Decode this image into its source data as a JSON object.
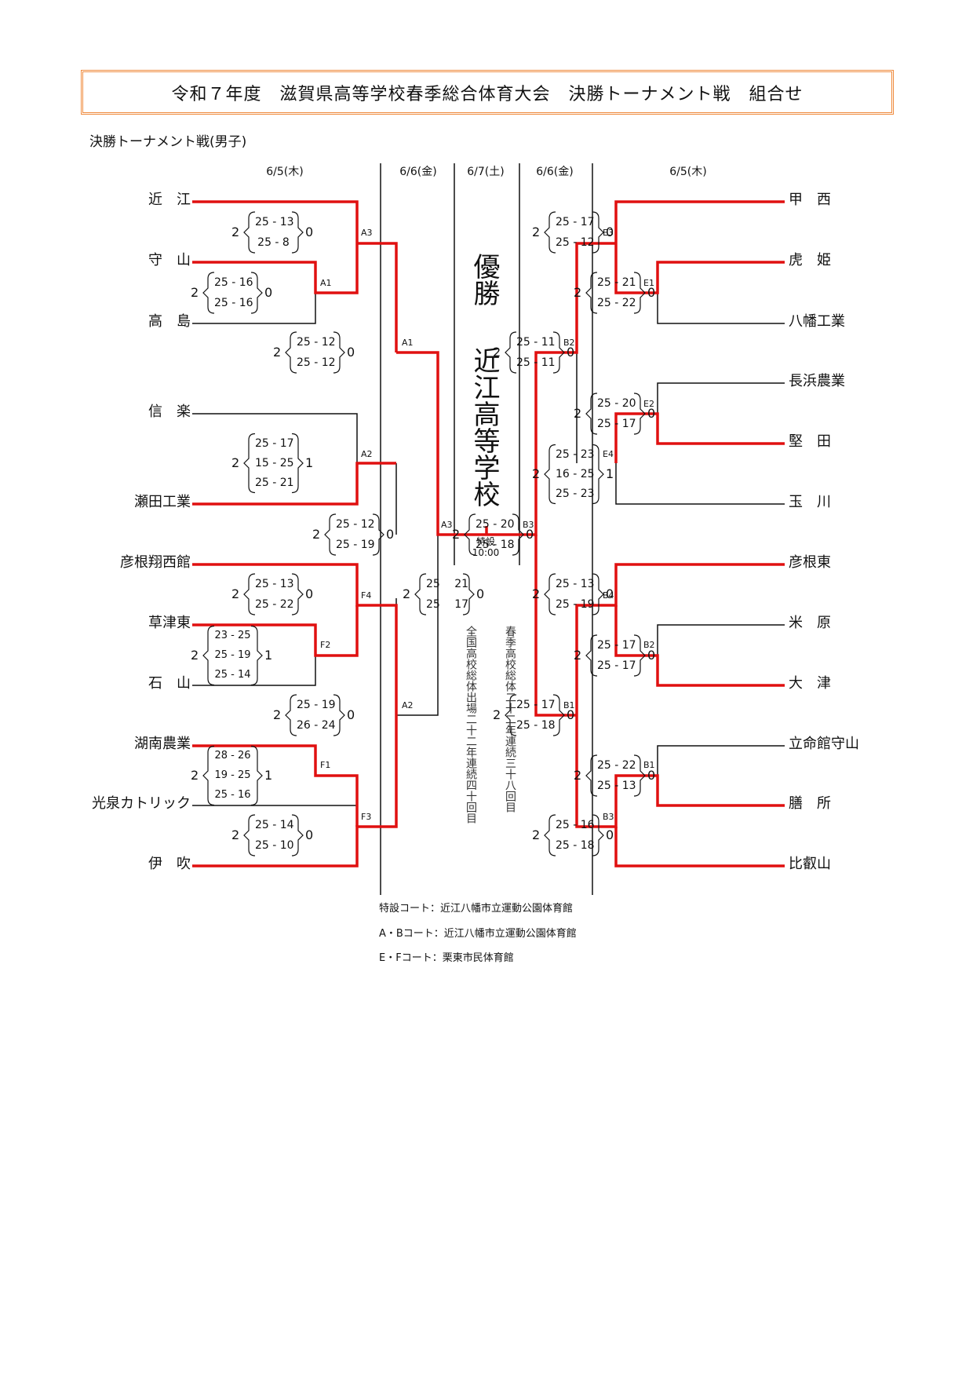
{
  "title": "令和７年度　滋賀県高等学校春季総合体育大会　決勝トーナメント戦　組合せ",
  "subtitle": "決勝トーナメント戦(男子)",
  "dates": [
    "6/5(木)",
    "6/6(金)",
    "6/7(土)",
    "6/6(金)",
    "6/5(木)"
  ],
  "left_teams": [
    "近　江",
    "守　山",
    "高　島",
    "信　楽",
    "瀬田工業",
    "彦根翔西館",
    "草津東",
    "石　山",
    "湖南農業",
    "光泉カトリック",
    "伊　吹"
  ],
  "right_teams": [
    "甲　西",
    "虎　姫",
    "八幡工業",
    "長浜農業",
    "堅　田",
    "玉　川",
    "彦根東",
    "米　原",
    "大　津",
    "立命館守山",
    "膳　所",
    "比叡山"
  ],
  "codes": [
    "A3",
    "A1",
    "A1",
    "A2",
    "A3",
    "F4",
    "F2",
    "A2",
    "F1",
    "F3",
    "E3",
    "E1",
    "B2",
    "E2",
    "E4",
    "B3",
    "B4",
    "B2",
    "B1",
    "B1",
    "B3"
  ],
  "matches": [
    {
      "w": "2",
      "l": "0",
      "sets": [
        "25 - 13",
        "25 -  8"
      ]
    },
    {
      "w": "2",
      "l": "0",
      "sets": [
        "25 - 16",
        "25 - 16"
      ]
    },
    {
      "w": "2",
      "l": "0",
      "sets": [
        "25 - 12",
        "25 - 12"
      ]
    },
    {
      "w": "2",
      "l": "1",
      "sets": [
        "25 - 17",
        "15 - 25",
        "25 - 21"
      ]
    },
    {
      "w": "2",
      "l": "0",
      "sets": [
        "25 - 12",
        "25 - 19"
      ]
    },
    {
      "w": "2",
      "l": "0",
      "sets": [
        "25 - 13",
        "25 - 22"
      ]
    },
    {
      "w": "2",
      "l": "1",
      "sets": [
        "23 - 25",
        "25 - 19",
        "25 - 14"
      ]
    },
    {
      "w": "2",
      "l": "0",
      "sets": [
        "25 - 19",
        "26 - 24"
      ]
    },
    {
      "w": "2",
      "l": "1",
      "sets": [
        "28 - 26",
        "19 - 25",
        "25 - 16"
      ]
    },
    {
      "w": "2",
      "l": "0",
      "sets": [
        "25 - 14",
        "25 - 10"
      ]
    },
    {
      "w": "2",
      "l": "0",
      "sets": [
        "25 - 17",
        "25 - 12"
      ]
    },
    {
      "w": "2",
      "l": "0",
      "sets": [
        "25 - 21",
        "25 - 22"
      ]
    },
    {
      "w": "2",
      "l": "0",
      "sets": [
        "25 - 11",
        "25 - 11"
      ]
    },
    {
      "w": "2",
      "l": "0",
      "sets": [
        "25 - 20",
        "25 - 17"
      ]
    },
    {
      "w": "2",
      "l": "1",
      "sets": [
        "25 - 23",
        "16 - 25",
        "25 - 23"
      ]
    },
    {
      "w": "2",
      "l": "0",
      "sets": [
        "25 - 20",
        "25 - 18"
      ]
    },
    {
      "w": "2",
      "l": "0",
      "sets": [
        "25 - 13",
        "25 - 19"
      ]
    },
    {
      "w": "2",
      "l": "0",
      "sets": [
        "25 - 17",
        "25 - 17"
      ]
    },
    {
      "w": "2",
      "l": "0",
      "sets": [
        "25 - 17",
        "25 - 18"
      ]
    },
    {
      "w": "2",
      "l": "0",
      "sets": [
        "25 - 22",
        "25 - 13"
      ]
    },
    {
      "w": "2",
      "l": "0",
      "sets": [
        "25 - 16",
        "25 - 18"
      ]
    },
    {
      "w": "2",
      "l": "0",
      "sets": [
        "25　 21",
        "25　 17"
      ]
    }
  ],
  "champion_label": "優勝",
  "champion_team": "近江高等学校",
  "final_venue": "特設",
  "final_time": "10:00",
  "record1": "春季高校総体二十二年連続三十八回目",
  "record2": "全国高校総体出場二十二年連続四十回目",
  "notes": [
    "特設コート：近江八幡市立運動公園体育館",
    "A・Bコート：近江八幡市立運動公園体育館",
    "E・Fコート：栗東市民体育館"
  ],
  "colors": {
    "win": "#e01010",
    "line": "#111111",
    "title_border": "#ef8a3c"
  }
}
